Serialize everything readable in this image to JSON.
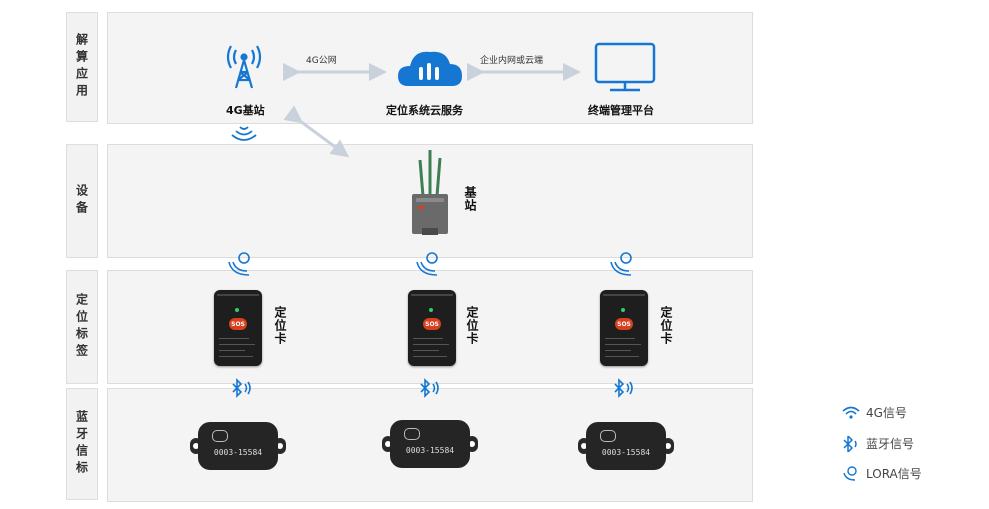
{
  "rows": [
    {
      "name": "解算应用"
    },
    {
      "name": "设备"
    },
    {
      "name": "定位标签"
    },
    {
      "name": "蓝牙信标"
    }
  ],
  "app_layer": {
    "tower_label": "4G基站",
    "link_4g": "4G公网",
    "cloud_label": "定位系统云服务",
    "link_net": "企业内网或云端",
    "platform_label": "终端管理平台"
  },
  "device_layer": {
    "base_station_label": "基站"
  },
  "tag_layer": {
    "card_label": "定位卡",
    "card_sos": "SOS"
  },
  "beacon_layer": {
    "beacon_code": "0003-15584"
  },
  "legend": {
    "items": [
      {
        "icon": "wifi-signal-icon",
        "label": "4G信号"
      },
      {
        "icon": "bluetooth-icon",
        "label": "蓝牙信号"
      },
      {
        "icon": "lora-icon",
        "label": "LORA信号"
      }
    ]
  },
  "colors": {
    "accent": "#1677d2",
    "sos": "#d6401e",
    "antenna": "#3f7f55"
  }
}
